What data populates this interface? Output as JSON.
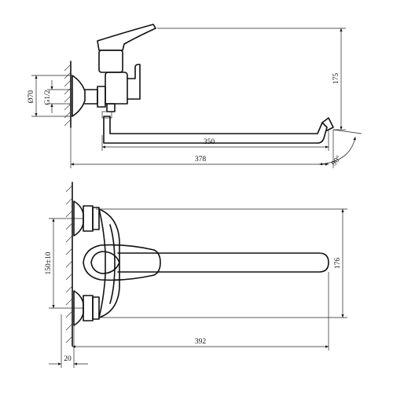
{
  "side_view": {
    "dimensions": {
      "height_175": "175",
      "spout_reach_350": "350",
      "overall_length_378": "378",
      "swivel_angle": "90°",
      "flange_diameter": "Ø70",
      "thread_size": "G1/2"
    }
  },
  "top_view": {
    "dimensions": {
      "center_distance": "150±10",
      "width_176": "176",
      "reach_392": "392",
      "wall_offset": "20"
    }
  },
  "colors": {
    "line": "#111111",
    "background": "#ffffff"
  }
}
